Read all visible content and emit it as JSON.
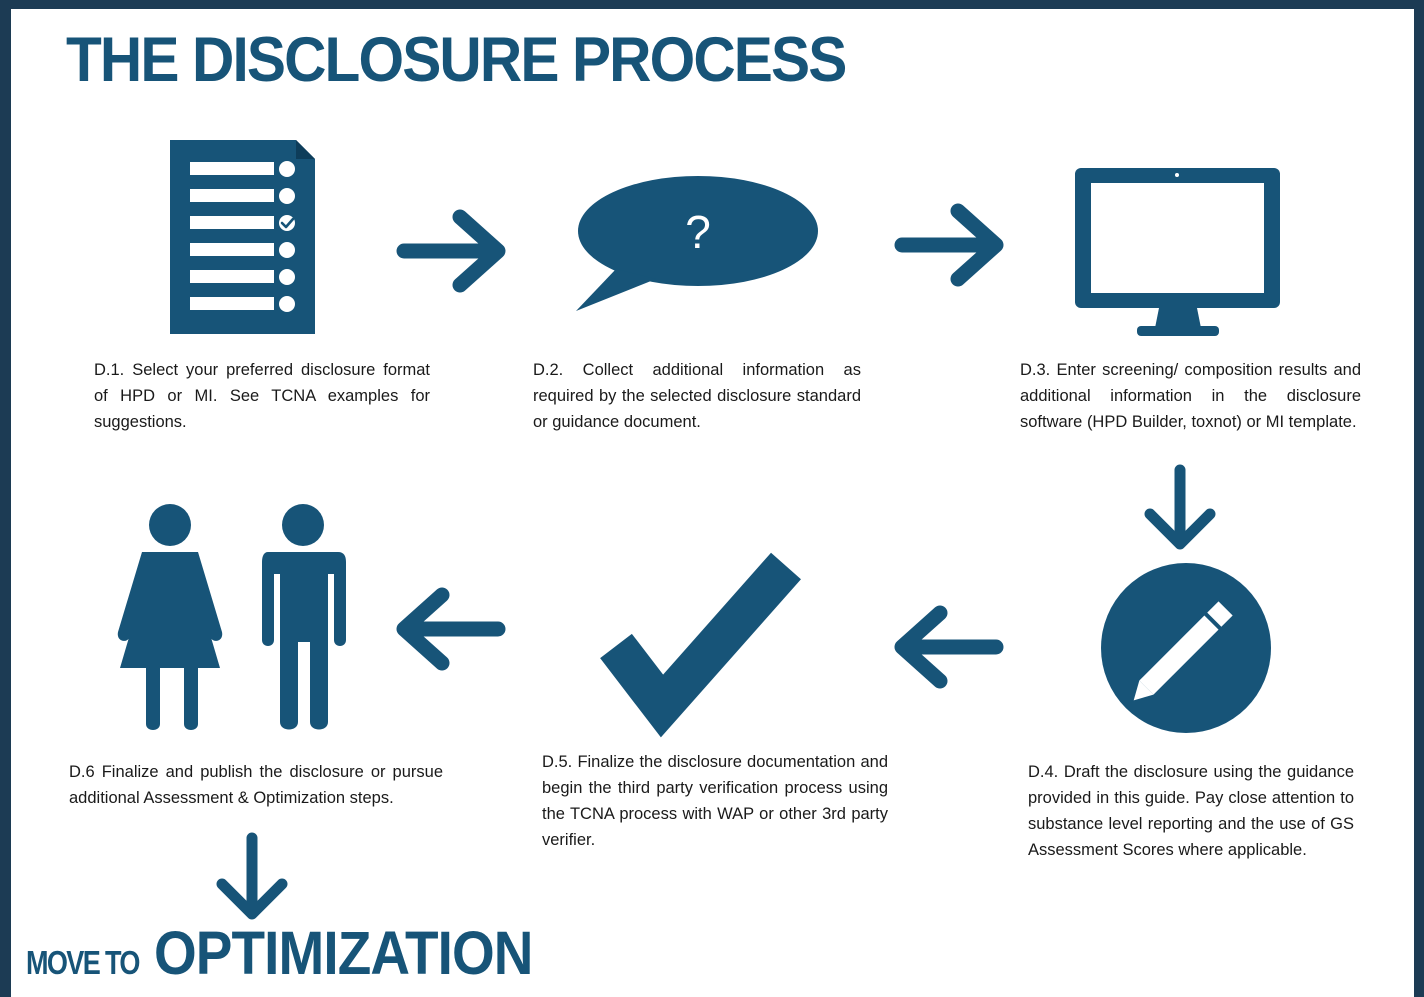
{
  "title": "THE DISCLOSURE PROCESS",
  "colors": {
    "primary": "#175478",
    "frame": "#1c3b54",
    "text": "#1a1a1a"
  },
  "steps": [
    {
      "id": "D.1",
      "text": "D.1. Select your preferred disclosure format of HPD or MI.   See TCNA examples for suggestions.",
      "icon": "checklist-document-icon"
    },
    {
      "id": "D.2",
      "text": "D.2. Collect additional information as required by the selected disclosure standard or guidance document.",
      "icon": "question-speech-bubble-icon"
    },
    {
      "id": "D.3",
      "text": "D.3. Enter screening/ composition results and additional information in the disclosure software (HPD Builder, toxnot) or MI template.",
      "icon": "computer-monitor-icon"
    },
    {
      "id": "D.4",
      "text": "D.4. Draft the disclosure using the guidance provided in this guide. Pay close attention to substance level reporting and the use of GS Assessment Scores where applicable.",
      "icon": "pencil-circle-icon"
    },
    {
      "id": "D.5",
      "text": "D.5. Finalize the disclosure documentation and begin the third party verification process using the TCNA process with WAP or other 3rd party verifier.",
      "icon": "checkmark-icon"
    },
    {
      "id": "D.6",
      "text": "D.6  Finalize and publish the disclosure or pursue additional Assessment & Optimization steps.",
      "icon": "people-icon"
    }
  ],
  "footer": {
    "prefix": "MOVE TO",
    "main": "OPTIMIZATION"
  }
}
